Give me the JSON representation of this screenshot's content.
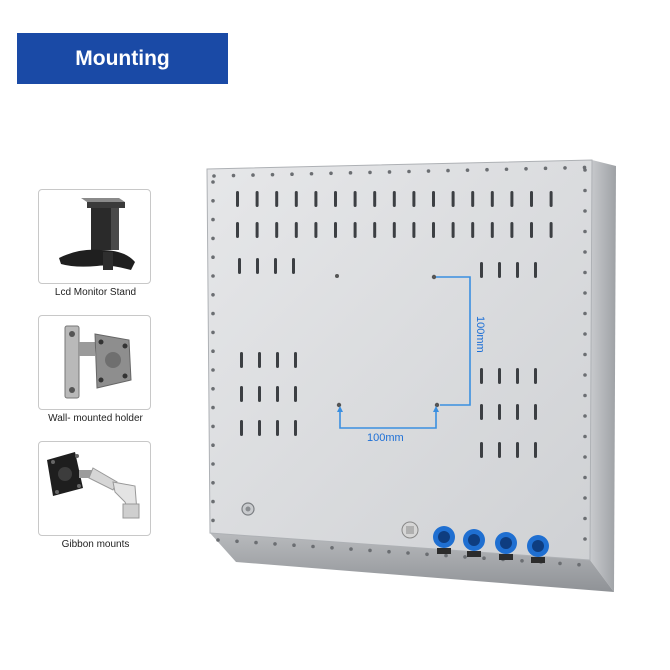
{
  "header": {
    "title": "Mounting"
  },
  "accessories": [
    {
      "label": "Lcd Monitor Stand",
      "icon": "monitor-stand-icon"
    },
    {
      "label": "Wall- mounted holder",
      "icon": "wall-mount-holder-icon"
    },
    {
      "label": "Gibbon mounts",
      "icon": "gibbon-arm-mount-icon"
    }
  ],
  "panel": {
    "vesa_width_label": "100mm",
    "vesa_height_label": "100mm",
    "accent_color": "#1d6fd6",
    "connector_color": "#1f6fd1"
  }
}
